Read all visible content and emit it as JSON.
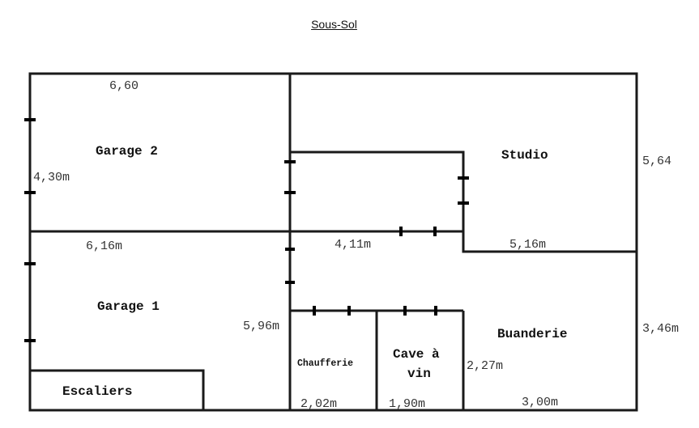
{
  "title": "Sous-Sol",
  "rooms": {
    "garage2": "Garage 2",
    "garage1": "Garage 1",
    "escaliers": "Escaliers",
    "studio": "Studio",
    "buanderie": "Buanderie",
    "chaufferie": "Chaufferie",
    "cave_line1": "Cave à",
    "cave_line2": "vin"
  },
  "dimensions": {
    "garage2_width": "6,60",
    "garage2_depth": "4,30m",
    "garage1_width": "6,16m",
    "garage1_depth": "5,96m",
    "corridor_width": "4,11m",
    "studio_width": "5,16m",
    "studio_depth": "5,64",
    "buanderie_depth": "3,46m",
    "chaufferie_width": "2,02m",
    "cave_width": "1,90m",
    "cave_depth": "2,27m",
    "buanderie_width": "3,00m"
  }
}
